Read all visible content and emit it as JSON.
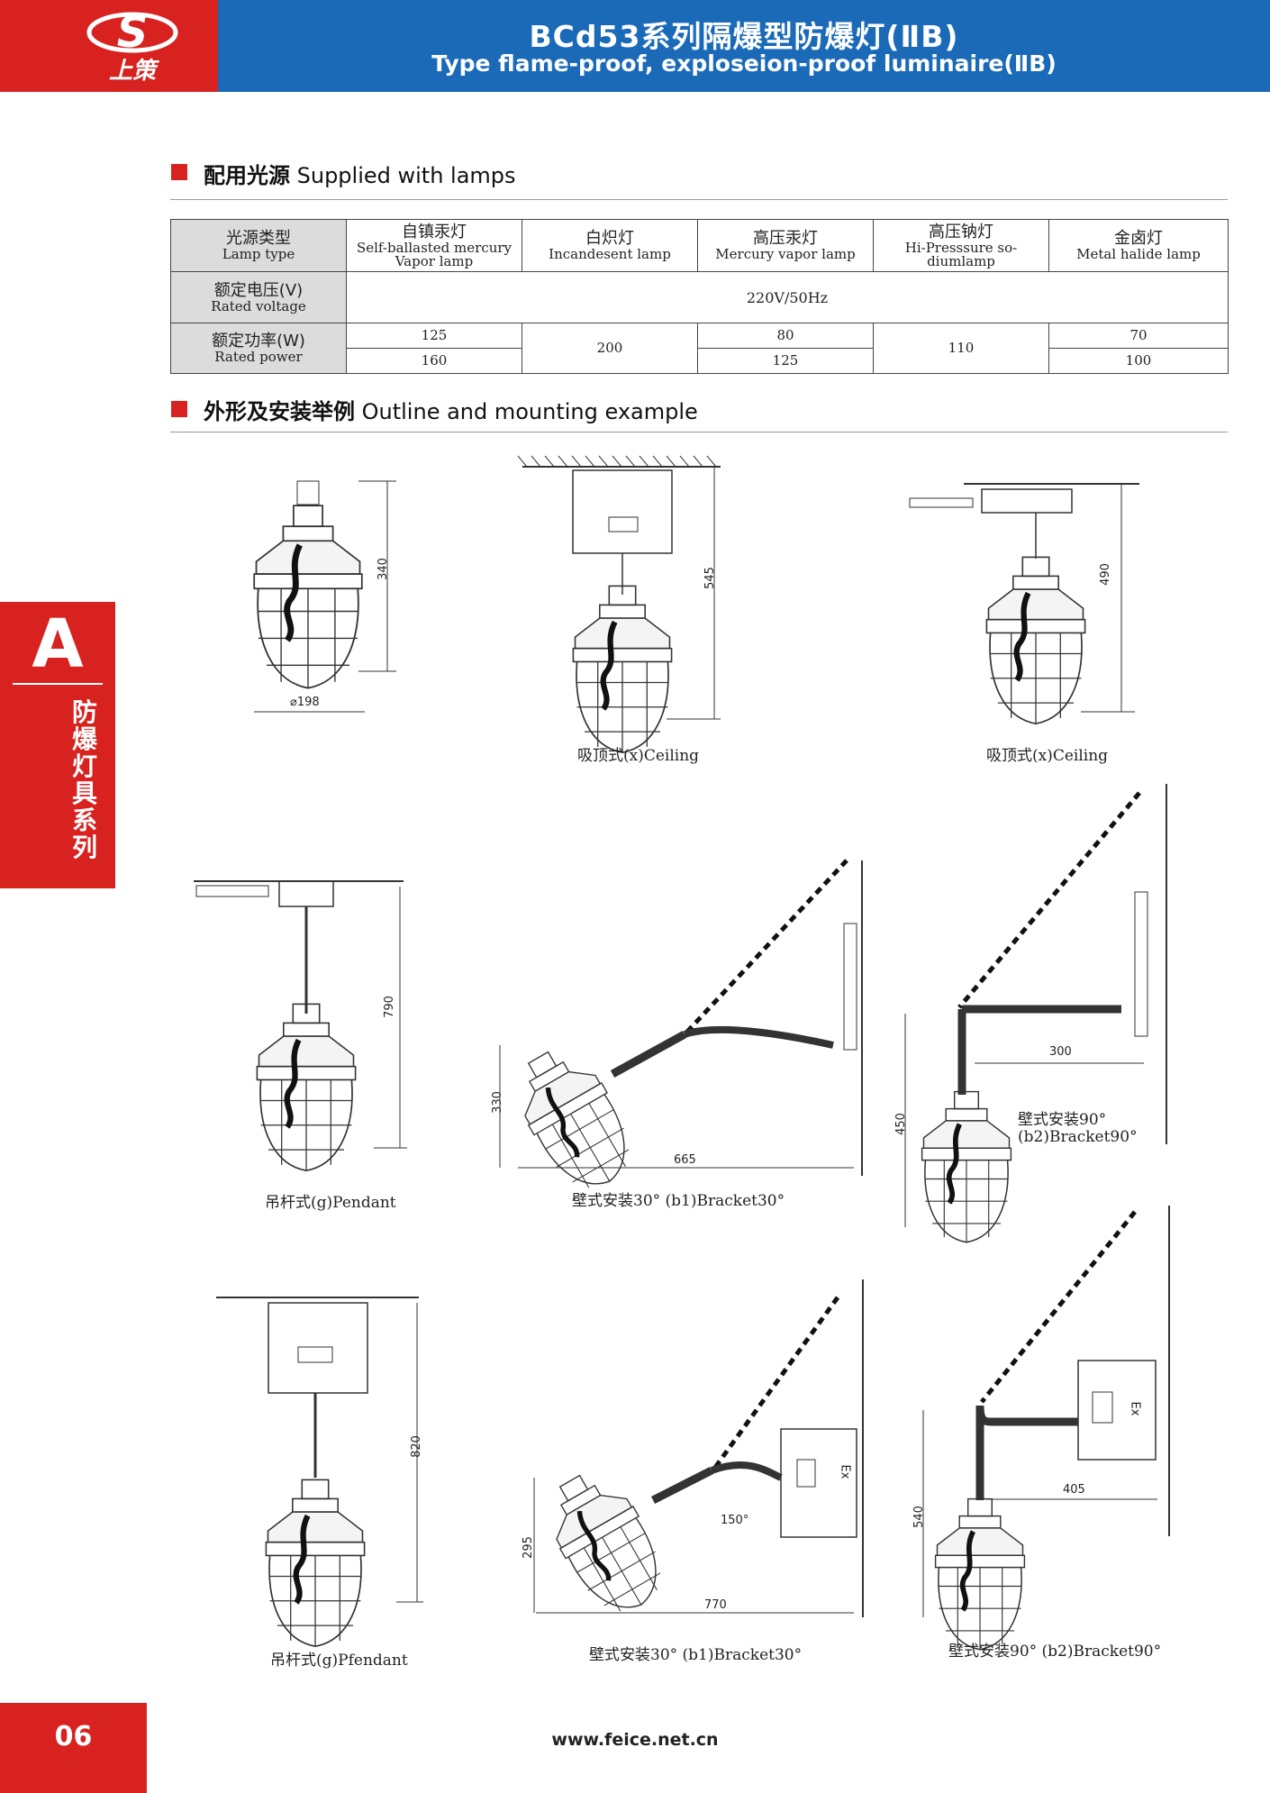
{
  "header": {
    "title_cn": "BCd53系列隔爆型防爆灯(ⅡB)",
    "title_en": "Type flame-proof, exploseion-proof luminaire(ⅡB)",
    "logo_text": "上策",
    "logo_letter": "S"
  },
  "side_tab": {
    "letter": "A",
    "label": "防爆灯具系列"
  },
  "section_lamps": {
    "title_cn": "配用光源",
    "title_en": " Supplied with lamps"
  },
  "section_outline": {
    "title_cn": "外形及安装举例",
    "title_en": " Outline and mounting example"
  },
  "table": {
    "row_labels": [
      {
        "cn": "光源类型",
        "en": "Lamp type"
      },
      {
        "cn": "额定电压(V)",
        "en": "Rated voltage"
      },
      {
        "cn": "额定功率(W)",
        "en": "Rated power"
      }
    ],
    "columns": [
      {
        "cn": "自镇汞灯",
        "en": "Self-ballasted mercury Vapor lamp"
      },
      {
        "cn": "白炽灯",
        "en": "Incandesent lamp"
      },
      {
        "cn": "高压汞灯",
        "en": "Mercury vapor lamp"
      },
      {
        "cn": "高压钠灯",
        "en": "Hi-Presssure so-diumlamp"
      },
      {
        "cn": "金卤灯",
        "en": "Metal halide lamp"
      }
    ],
    "voltage": "220V/50Hz",
    "power": {
      "self_ballasted": [
        "125",
        "160"
      ],
      "incandescent": "200",
      "mercury": [
        "80",
        "125"
      ],
      "sodium": "110",
      "metal_halide": [
        "70",
        "100"
      ]
    }
  },
  "figures": {
    "fig1": {
      "height": "340",
      "diameter": "⌀198",
      "caption": ""
    },
    "fig2": {
      "height": "545",
      "caption": "吸顶式(x)Ceiling"
    },
    "fig3": {
      "height": "490",
      "caption": "吸顶式(x)Ceiling"
    },
    "fig4": {
      "height": "790",
      "caption": "吊杆式(g)Pendant"
    },
    "fig5": {
      "height": "330",
      "width": "665",
      "caption": "壁式安装30°  (b1)Bracket30°"
    },
    "fig6": {
      "height": "450",
      "width": "300",
      "caption_line1": "壁式安装90°",
      "caption_line2": "(b2)Bracket90°"
    },
    "fig7": {
      "height": "820",
      "caption": "吊杆式(g)Pfendant"
    },
    "fig8": {
      "height": "295",
      "width": "770",
      "angle": "150°",
      "box_mark": "Ex",
      "caption": "壁式安装30°  (b1)Bracket30°"
    },
    "fig9": {
      "height": "540",
      "width": "405",
      "box_mark": "Ex",
      "caption": "壁式安装90°  (b2)Bracket90°"
    }
  },
  "footer": {
    "page_number": "06",
    "url": "www.feice.net.cn"
  },
  "colors": {
    "brand_red": "#d8221f",
    "header_blue": "#1a6ab8",
    "table_header_gray": "#dcdcdc"
  }
}
